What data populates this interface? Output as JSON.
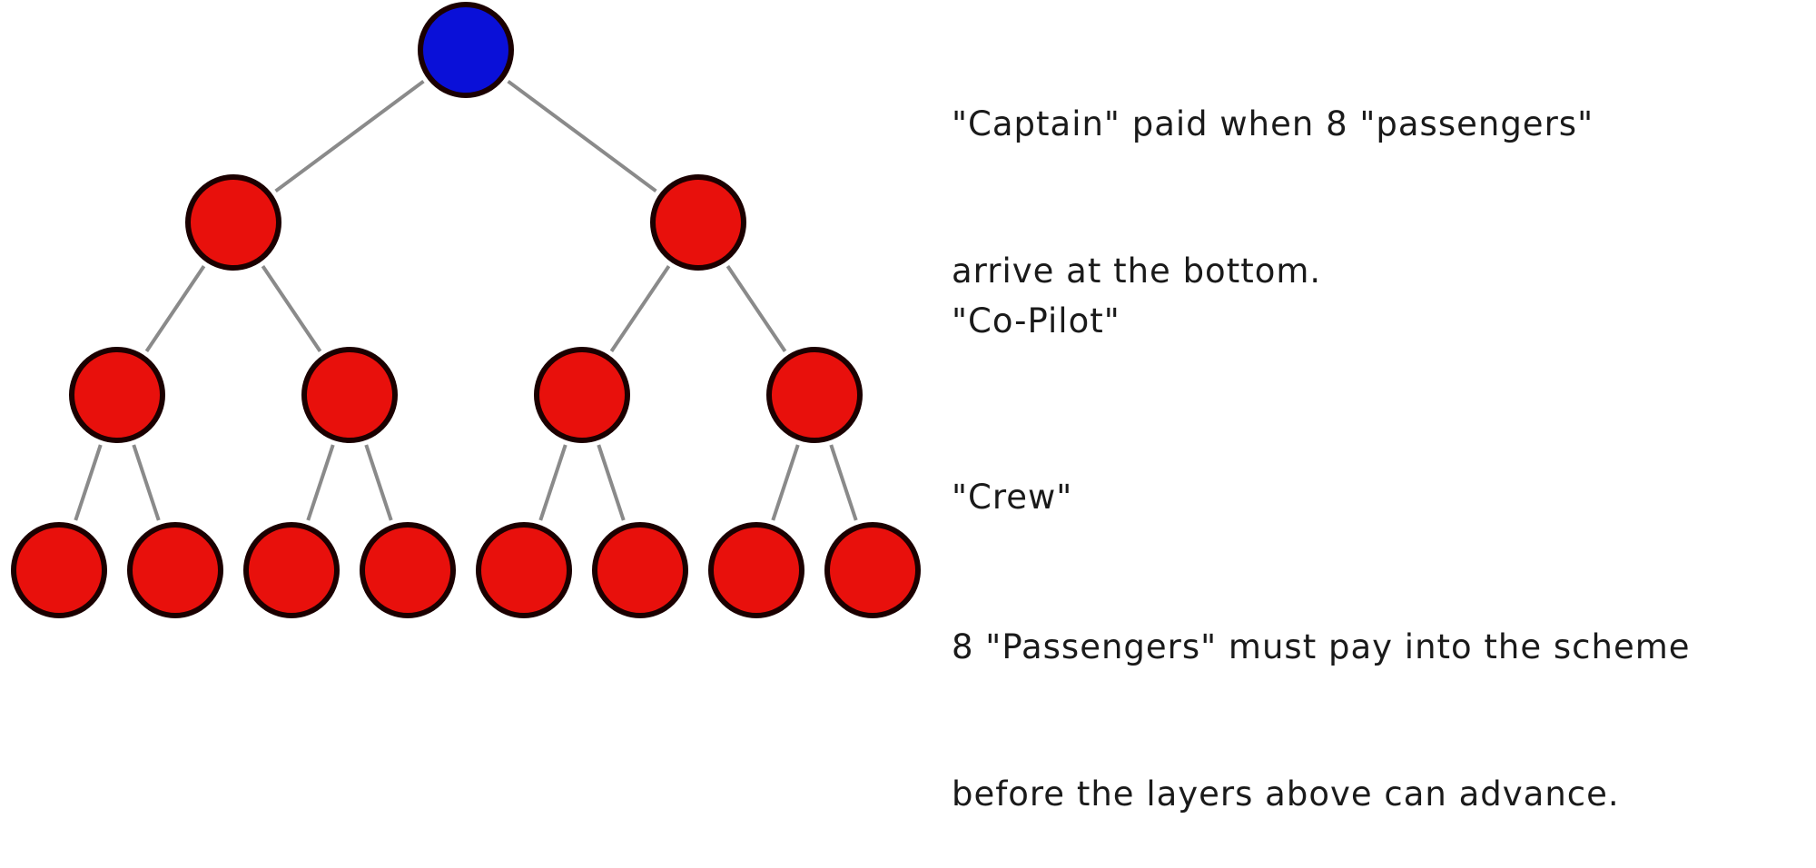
{
  "colors": {
    "captain_fill": "#0a10d8",
    "member_fill": "#e8100c",
    "node_outline": "#1b0000",
    "edge": "#8a8a8a",
    "background": "#ffffff"
  },
  "levels": [
    {
      "id": "captain",
      "node_count": 1,
      "lines": [
        "\"Captain\" paid when 8 \"passengers\"",
        "arrive at the bottom."
      ]
    },
    {
      "id": "co-pilot",
      "node_count": 2,
      "lines": [
        "\"Co-Pilot\""
      ]
    },
    {
      "id": "crew",
      "node_count": 4,
      "lines": [
        "\"Crew\""
      ]
    },
    {
      "id": "passengers",
      "node_count": 8,
      "lines": [
        "8 \"Passengers\" must pay into the scheme",
        "before the layers above can advance."
      ]
    }
  ]
}
